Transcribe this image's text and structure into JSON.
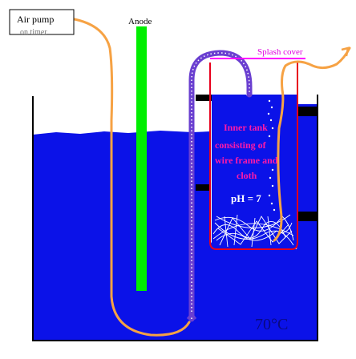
{
  "labels": {
    "air_pump": "Air pump",
    "on_timer": "on timer",
    "anode": "Anode",
    "splash_cover": "Splash cover",
    "inner_tank_line1": "Inner tank",
    "inner_tank_line2": "consisting of",
    "inner_tank_line3": "wire frame and",
    "inner_tank_line4": "cloth",
    "ph": "pH = 7",
    "temperature": "70°C"
  },
  "colors": {
    "water": "#0b12e8",
    "anode": "#00ee00",
    "air_tube": "#f6a244",
    "outer_tank": "#000000",
    "inner_tank_frame": "#e8001c",
    "hose": "#6a3fd0",
    "splash_cover": "#ff00ff",
    "label_magenta": "#ff1aa8",
    "label_white": "#ffffff",
    "temperature_text": "#0a0a80"
  }
}
